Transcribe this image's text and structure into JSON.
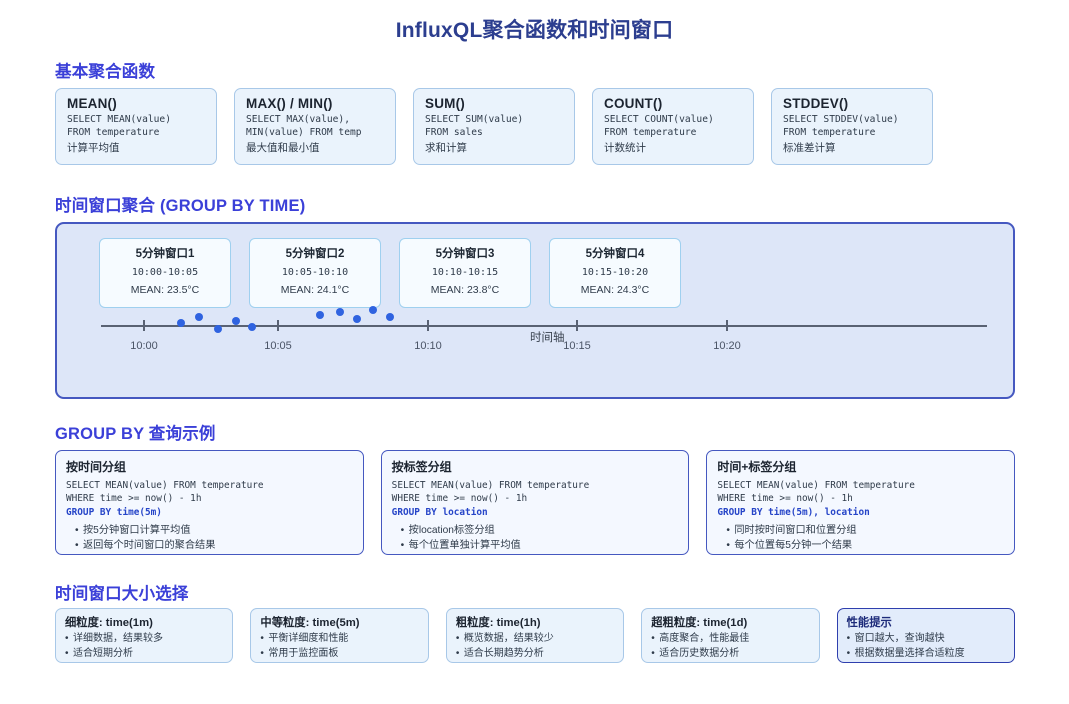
{
  "title": "InfluxQL聚合函数和时间窗口",
  "sections": {
    "basic": {
      "heading": "基本聚合函数"
    },
    "window": {
      "heading": "时间窗口聚合 (GROUP BY TIME)"
    },
    "groupby": {
      "heading": "GROUP BY 查询示例"
    },
    "size": {
      "heading": "时间窗口大小选择"
    }
  },
  "aggregates": [
    {
      "fn": "MEAN()",
      "sql": "SELECT MEAN(value)\nFROM temperature",
      "desc": "计算平均值"
    },
    {
      "fn": "MAX() / MIN()",
      "sql": "SELECT MAX(value),\nMIN(value) FROM temp",
      "desc": "最大值和最小值"
    },
    {
      "fn": "SUM()",
      "sql": "SELECT SUM(value)\nFROM sales",
      "desc": "求和计算"
    },
    {
      "fn": "COUNT()",
      "sql": "SELECT COUNT(value)\nFROM temperature",
      "desc": "计数统计"
    },
    {
      "fn": "STDDEV()",
      "sql": "SELECT STDDEV(value)\nFROM temperature",
      "desc": "标准差计算"
    }
  ],
  "timeline": {
    "axis_label": "时间轴",
    "ticks": [
      "10:00",
      "10:05",
      "10:10",
      "10:15",
      "10:20"
    ],
    "windows": [
      {
        "name": "5分钟窗口1",
        "range": "10:00-10:05",
        "mean": "MEAN: 23.5°C"
      },
      {
        "name": "5分钟窗口2",
        "range": "10:05-10:10",
        "mean": "MEAN: 24.1°C"
      },
      {
        "name": "5分钟窗口3",
        "range": "10:10-10:15",
        "mean": "MEAN: 23.8°C"
      },
      {
        "name": "5分钟窗口4",
        "range": "10:15-10:20",
        "mean": "MEAN: 24.3°C"
      }
    ]
  },
  "chart_data": {
    "type": "scatter",
    "title": "时间窗口聚合 (GROUP BY TIME)",
    "xlabel": "时间轴",
    "ylabel": "",
    "xticks": [
      "10:00",
      "10:05",
      "10:10",
      "10:15",
      "10:20"
    ],
    "grid": false,
    "legend": "none",
    "point_color": "#2f63e0",
    "points": [
      {
        "x": 179,
        "y": 319
      },
      {
        "x": 196,
        "y": 314
      },
      {
        "x": 214,
        "y": 326
      },
      {
        "x": 232,
        "y": 318
      },
      {
        "x": 248,
        "y": 323
      },
      {
        "x": 316,
        "y": 312
      },
      {
        "x": 336,
        "y": 309
      },
      {
        "x": 353,
        "y": 316
      },
      {
        "x": 369,
        "y": 307
      },
      {
        "x": 386,
        "y": 313
      }
    ],
    "window_means": [
      {
        "window": "5分钟窗口1",
        "range": "10:00-10:05",
        "mean": 23.5,
        "unit": "°C"
      },
      {
        "window": "5分钟窗口2",
        "range": "10:05-10:10",
        "mean": 24.1,
        "unit": "°C"
      },
      {
        "window": "5分钟窗口3",
        "range": "10:10-10:15",
        "mean": 23.8,
        "unit": "°C"
      },
      {
        "window": "5分钟窗口4",
        "range": "10:15-10:20",
        "mean": 24.3,
        "unit": "°C"
      }
    ]
  },
  "groupby_examples": [
    {
      "title": "按时间分组",
      "line1": "SELECT MEAN(value) FROM temperature",
      "line2": "WHERE time >= now() - 1h",
      "line3": "GROUP BY time(5m)",
      "bullets": [
        "按5分钟窗口计算平均值",
        "返回每个时间窗口的聚合结果"
      ]
    },
    {
      "title": "按标签分组",
      "line1": "SELECT MEAN(value) FROM temperature",
      "line2": "WHERE time >= now() - 1h",
      "line3": "GROUP BY location",
      "bullets": [
        "按location标签分组",
        "每个位置单独计算平均值"
      ]
    },
    {
      "title": "时间+标签分组",
      "line1": "SELECT MEAN(value) FROM temperature",
      "line2": "WHERE time >= now() - 1h",
      "line3": "GROUP BY time(5m), location",
      "bullets": [
        "同时按时间窗口和位置分组",
        "每个位置每5分钟一个结果"
      ]
    }
  ],
  "window_sizes": [
    {
      "title": "细粒度: time(1m)",
      "bullets": [
        "详细数据，结果较多",
        "适合短期分析"
      ],
      "highlight": false
    },
    {
      "title": "中等粒度: time(5m)",
      "bullets": [
        "平衡详细度和性能",
        "常用于监控面板"
      ],
      "highlight": false
    },
    {
      "title": "粗粒度: time(1h)",
      "bullets": [
        "概览数据，结果较少",
        "适合长期趋势分析"
      ],
      "highlight": false
    },
    {
      "title": "超粗粒度: time(1d)",
      "bullets": [
        "高度聚合，性能最佳",
        "适合历史数据分析"
      ],
      "highlight": false
    },
    {
      "title": "性能提示",
      "bullets": [
        "窗口越大，查询越快",
        "根据数据量选择合适粒度"
      ],
      "highlight": true
    }
  ],
  "colors": {
    "title": "#2c3e8f",
    "section_heading": "#3b40d8",
    "panel_border": "#4558c0",
    "panel_bg": "#dde6f8",
    "card_bg": "#eaf3fc",
    "card_border": "#a8c8e8",
    "code_highlight": "#2645c8",
    "dot": "#2f63e0"
  }
}
